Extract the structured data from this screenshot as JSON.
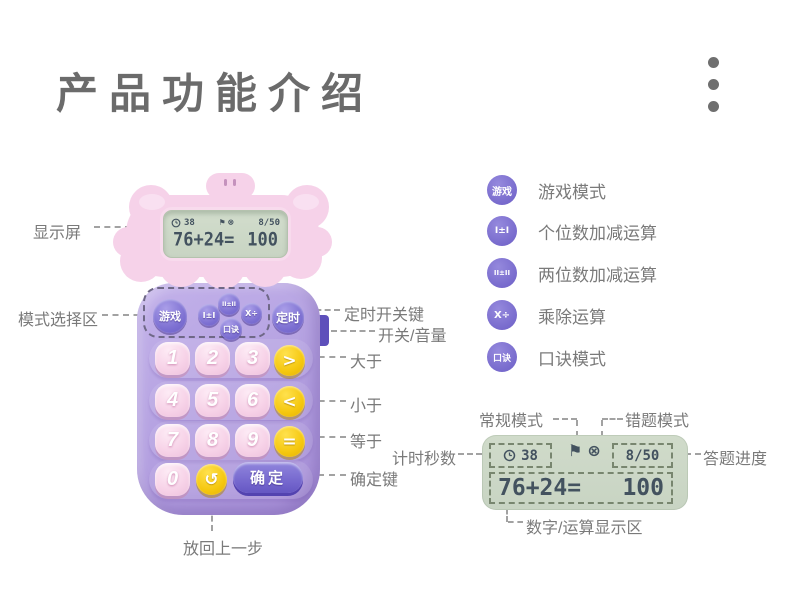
{
  "header": {
    "title": "产品功能介绍"
  },
  "glyphs": {
    "flag": "⚑",
    "wrong": "⊗"
  },
  "calculator": {
    "screen": {
      "timer": "38",
      "progress": "8/50",
      "expression": "76+24=",
      "result": "100"
    },
    "modes": {
      "game": "游戏",
      "ones": "I±I",
      "tens": "II±II",
      "recite": "口诀",
      "muldiv": "X÷",
      "timer": "定时"
    },
    "keypad": {
      "digits": [
        "1",
        "2",
        "3",
        "4",
        "5",
        "6",
        "7",
        "8",
        "9",
        "0"
      ],
      "greater": ">",
      "less": "<",
      "equals": "=",
      "undo": "↺",
      "confirm": "确定"
    }
  },
  "callouts": {
    "display": "显示屏",
    "mode_area": "模式选择区",
    "timer_switch": "定时开关键",
    "power_volume": "开关/音量",
    "greater": "大于",
    "less": "小于",
    "equals": "等于",
    "confirm": "确定键",
    "undo": "放回上一步"
  },
  "legend": {
    "items": [
      {
        "icon": "游戏",
        "label": "游戏模式"
      },
      {
        "icon": "I±I",
        "label": "个位数加减运算"
      },
      {
        "icon": "II±II",
        "label": "两位数加减运算"
      },
      {
        "icon": "X÷",
        "label": "乘除运算"
      },
      {
        "icon": "口诀",
        "label": "口诀模式"
      }
    ]
  },
  "diagram": {
    "screen": {
      "timer": "38",
      "progress": "8/50",
      "expression": "76+24=",
      "result": "100"
    },
    "labels": {
      "normal": "常规模式",
      "wrong": "错题模式",
      "timer_seconds": "计时秒数",
      "progress": "答题进度",
      "number_area": "数字/运算显示区"
    }
  },
  "colors": {
    "title_gray": "#6b6b6b",
    "label_gray": "#7a7a7a",
    "body_purple": "#b6a3e2",
    "head_pink": "#f6d2e9",
    "lcd_green": "#ccd8c7",
    "lcd_text": "#43525f",
    "button_purple": "#7d70d2",
    "button_yellow": "#f5c70e",
    "key_pink": "#f7d3e8",
    "dash_gray": "#a2a2a2"
  }
}
